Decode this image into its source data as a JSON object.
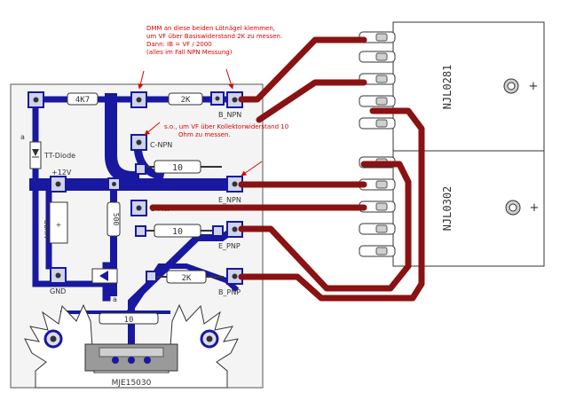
{
  "annotations": {
    "top": [
      "DMM an diese beiden Lötnägel klemmen,",
      "um VF über Basiswiderstand 2K zu messen.",
      "Dann: IB = VF / 2000",
      "(alles im Fall NPN Messung)"
    ],
    "side": [
      "s.o., um VF über Kollektorwiderstand 10",
      "Ohm zu messen."
    ]
  },
  "board": {
    "resistors": {
      "r_4k7": "4K7",
      "r_2k_top": "2K",
      "r_10_npn": "10",
      "r_10_pnp": "10",
      "r_2k_bottom": "2K",
      "r_500": "500",
      "r_bottom_10": "10"
    },
    "labels": {
      "b_npn": "B_NPN",
      "c_npn": "C-NPN",
      "e_npn": "E_NPN",
      "c_pnp": "C-PNP",
      "e_pnp": "E_PNP",
      "b_pnp": "B_PNP",
      "gnd": "GND",
      "plus12": "+12V",
      "tt_diode": "TT-Diode",
      "a_top": "a",
      "a_bottom": "a",
      "vertical_part": "Dbm4",
      "transistor": "MJE15030"
    }
  },
  "devices": {
    "top": {
      "name": "NJL0281",
      "plus": "+"
    },
    "bottom": {
      "name": "NJL0302",
      "plus": "+"
    }
  },
  "colors": {
    "trace_blue": "#1818a0",
    "wire_red": "#8b1212",
    "annotation_red": "#e00000",
    "board_bg": "#f4f4f4"
  }
}
